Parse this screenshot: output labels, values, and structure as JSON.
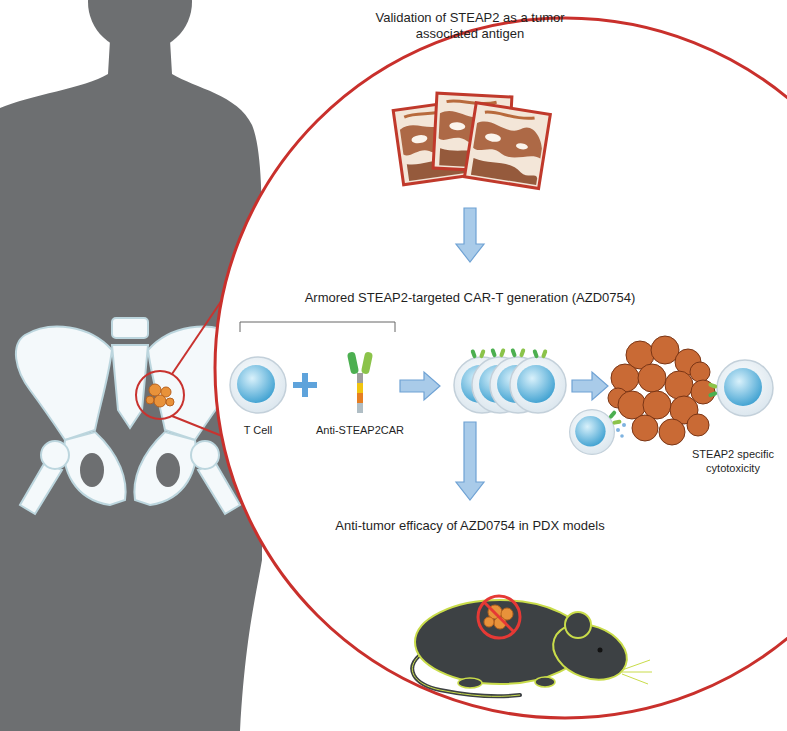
{
  "diagram": {
    "labels": [
      "Validation of STEAP2 as a tumor associated antigen",
      "Armored STEAP2-targeted CAR-T generation (AZD0754)",
      "T Cell",
      "Anti-STEAP2CAR",
      "STEAP2 specific cytotoxicity",
      "Anti-tumor efficacy of AZD0754 in PDX models"
    ]
  }
}
